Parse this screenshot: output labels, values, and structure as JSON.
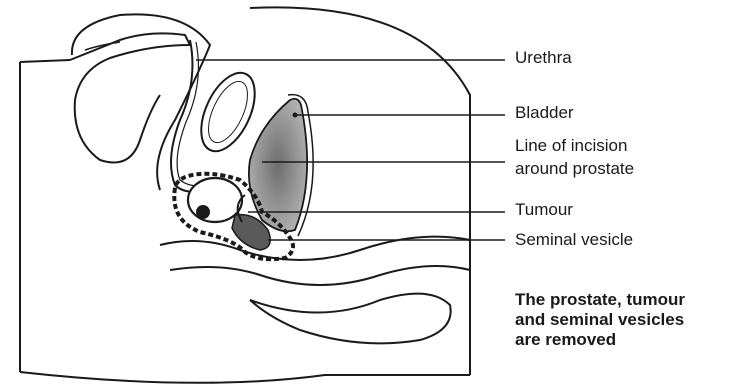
{
  "labels": {
    "urethra": "Urethra",
    "bladder": "Bladder",
    "incision_line1": "Line of incision",
    "incision_line2": "around prostate",
    "tumour": "Tumour",
    "seminal_vesicle": "Seminal vesicle"
  },
  "caption": {
    "line1": "The prostate, tumour",
    "line2": "and seminal vesicles",
    "line3": "are removed"
  },
  "colors": {
    "ink": "#1a1a1a",
    "bladder_fill": "#9a9a9a",
    "background": "#ffffff"
  }
}
